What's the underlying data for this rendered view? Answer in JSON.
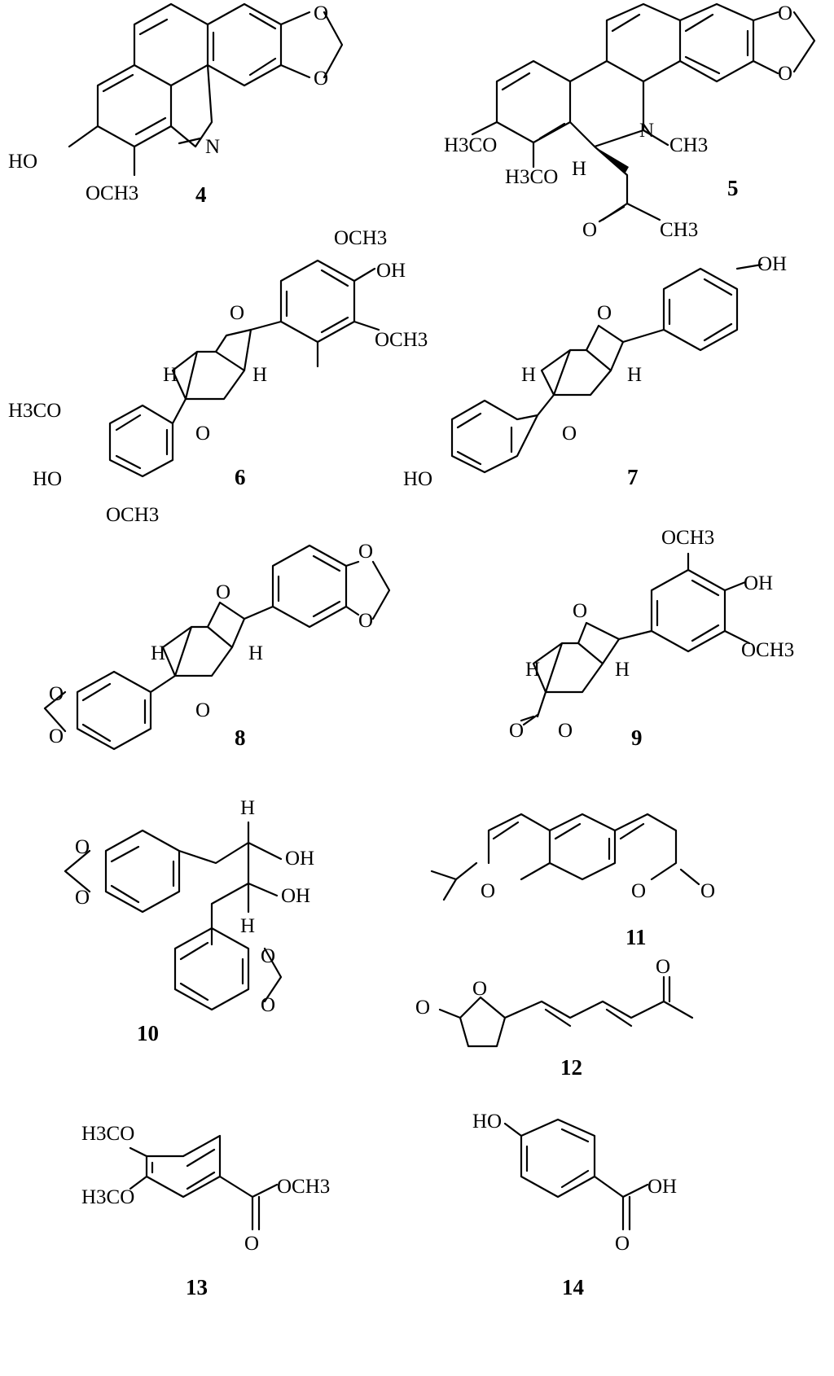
{
  "compounds": [
    {
      "id": "4",
      "label": "4",
      "atoms": [
        "O",
        "O",
        "N",
        "HO",
        "OCH3"
      ]
    },
    {
      "id": "5",
      "label": "5",
      "atoms": [
        "O",
        "O",
        "N",
        "CH3",
        "H3CO",
        "H3CO",
        "H",
        "O",
        "CH3"
      ]
    },
    {
      "id": "6",
      "label": "6",
      "atoms": [
        "OCH3",
        "OH",
        "OCH3",
        "O",
        "O",
        "H",
        "H",
        "H3CO",
        "HO",
        "OCH3"
      ]
    },
    {
      "id": "7",
      "label": "7",
      "atoms": [
        "OH",
        "O",
        "O",
        "H",
        "H",
        "HO"
      ]
    },
    {
      "id": "8",
      "label": "8",
      "atoms": [
        "O",
        "O",
        "O",
        "O",
        "H",
        "H",
        "O",
        "O"
      ]
    },
    {
      "id": "9",
      "label": "9",
      "atoms": [
        "OCH3",
        "OH",
        "OCH3",
        "O",
        "H",
        "H",
        "O",
        "O"
      ]
    },
    {
      "id": "10",
      "label": "10",
      "atoms": [
        "O",
        "O",
        "H",
        "OH",
        "OH",
        "H",
        "O",
        "O"
      ]
    },
    {
      "id": "11",
      "label": "11",
      "atoms": [
        "O",
        "O",
        "O"
      ]
    },
    {
      "id": "12",
      "label": "12",
      "atoms": [
        "O",
        "O",
        "O"
      ]
    },
    {
      "id": "13",
      "label": "13",
      "atoms": [
        "H3CO",
        "H3CO",
        "OCH3",
        "O"
      ]
    },
    {
      "id": "14",
      "label": "14",
      "atoms": [
        "HO",
        "OH",
        "O"
      ]
    }
  ]
}
